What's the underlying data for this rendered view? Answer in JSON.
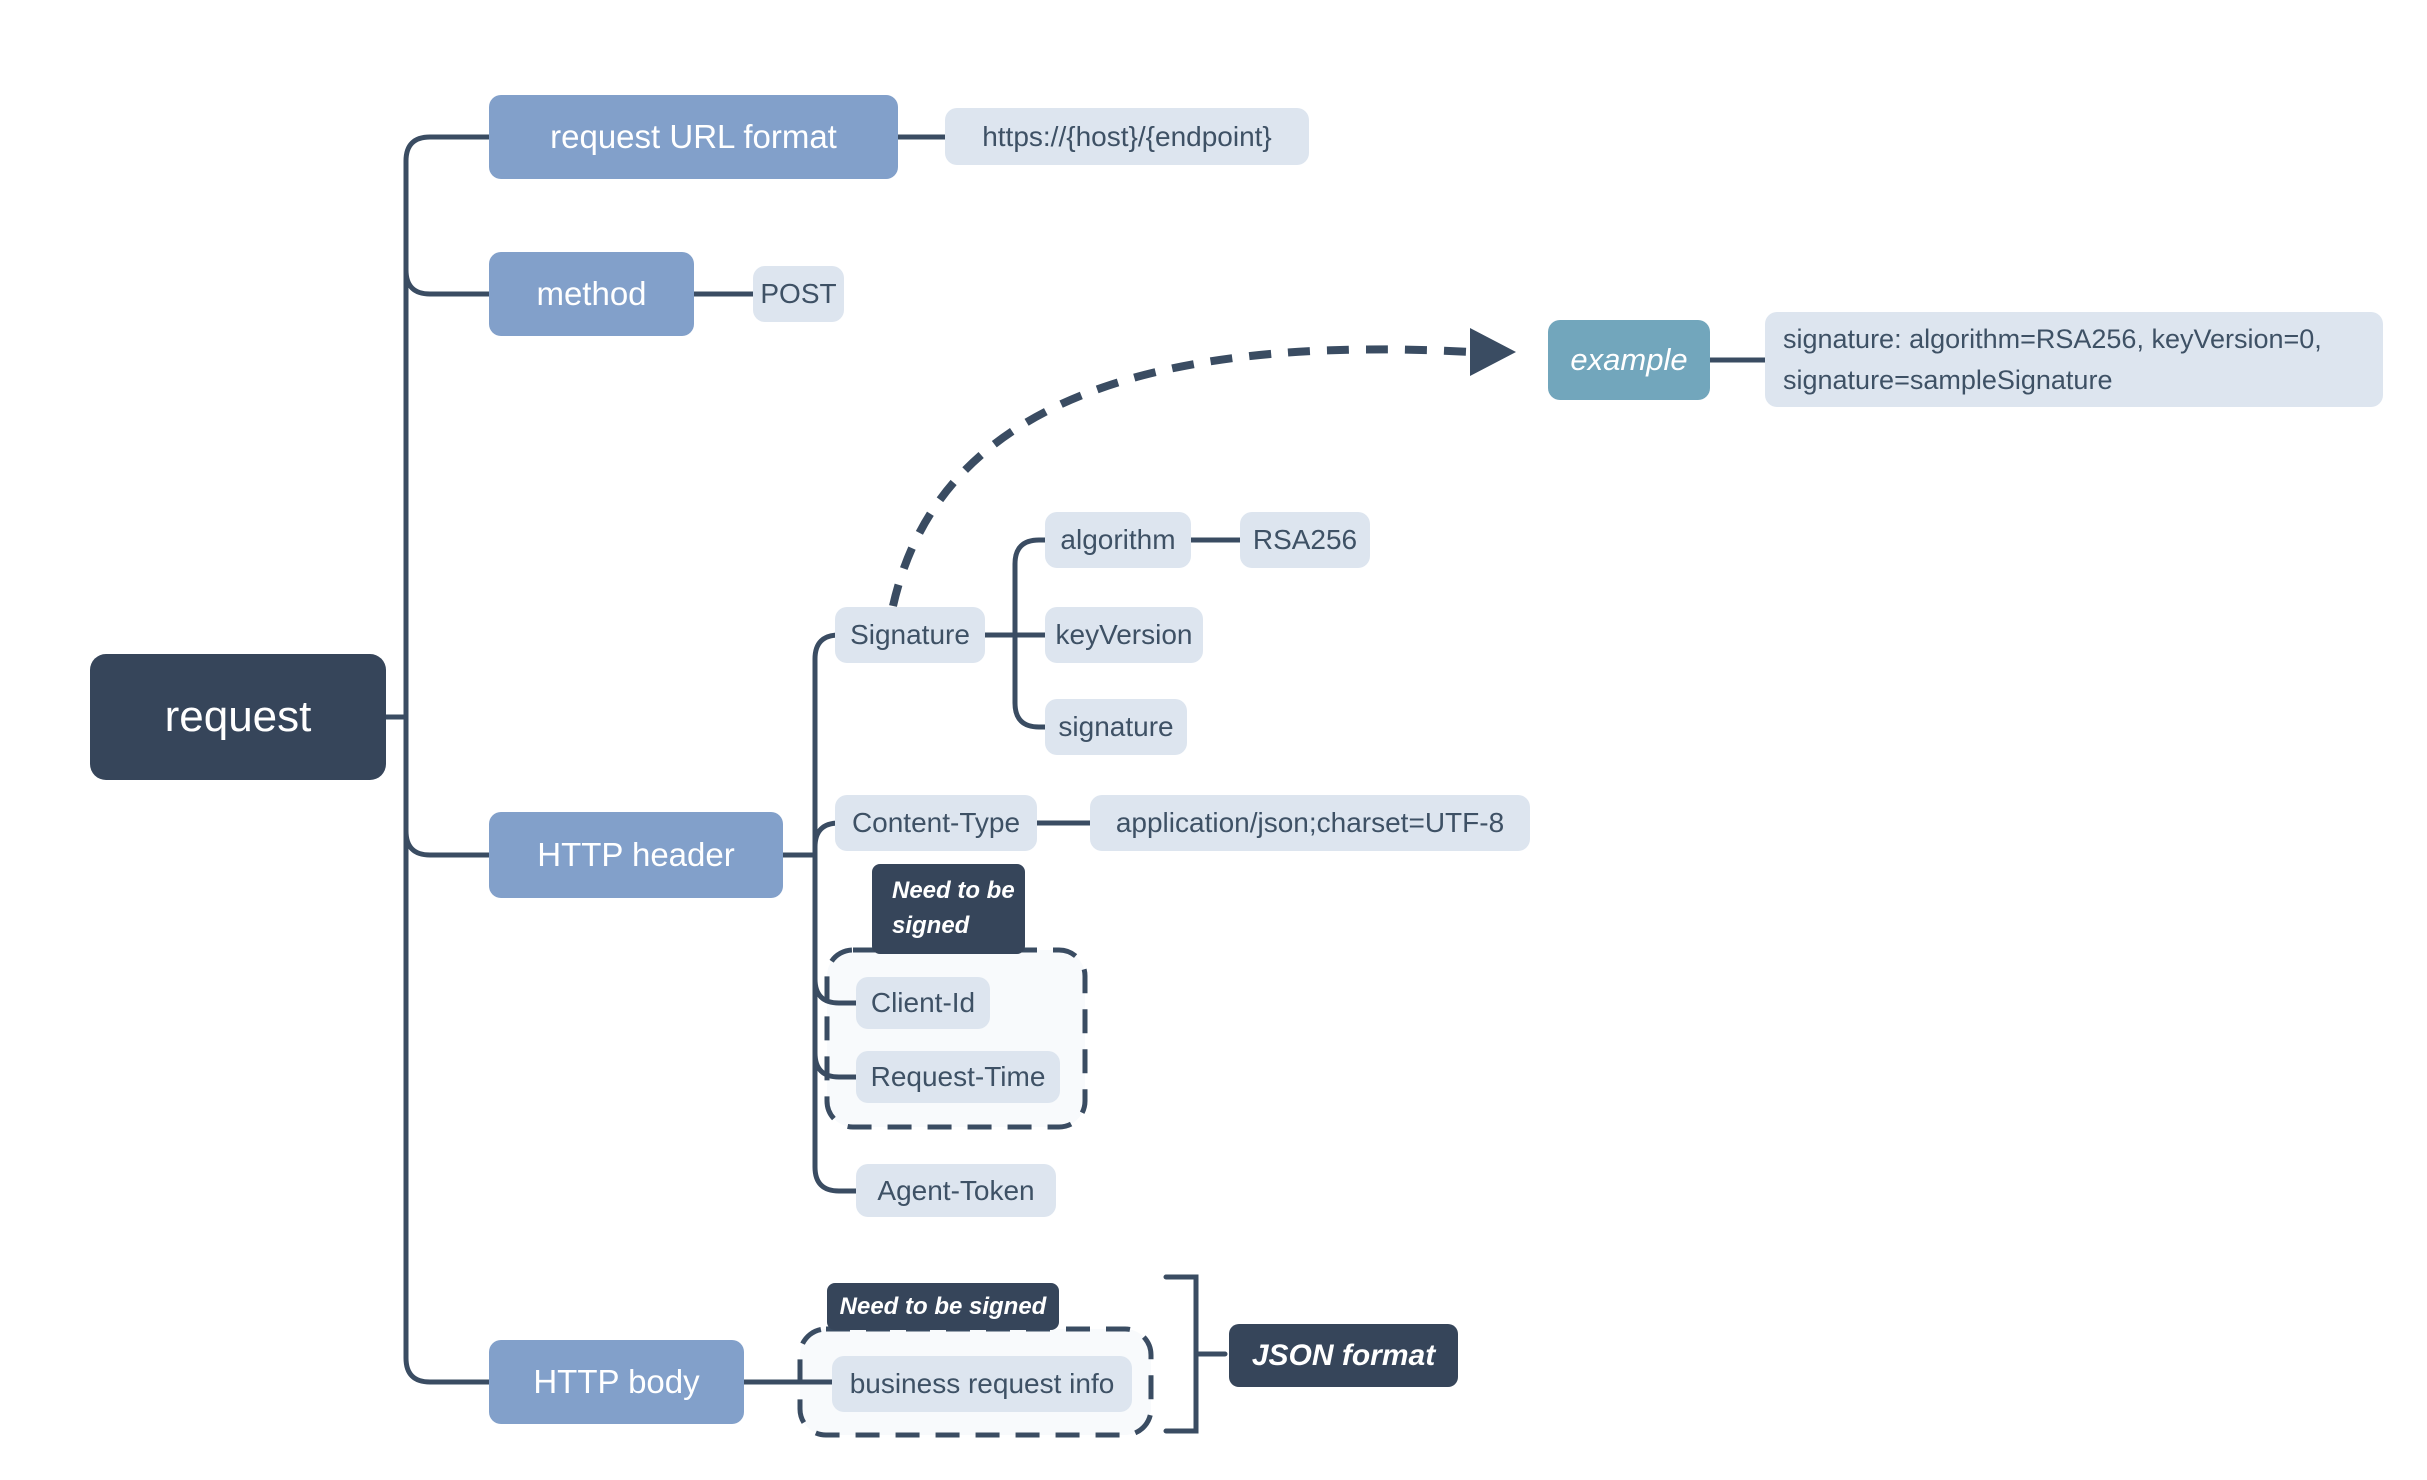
{
  "diagram": {
    "root_label": "request",
    "url_format": {
      "label": "request URL format",
      "value": "https://{host}/{endpoint}"
    },
    "method": {
      "label": "method",
      "value": "POST"
    },
    "http_header": {
      "label": "HTTP header",
      "signature": {
        "label": "Signature",
        "algorithm": {
          "label": "algorithm",
          "value": "RSA256"
        },
        "key_version_label": "keyVersion",
        "signature_label": "signature"
      },
      "content_type": {
        "label": "Content-Type",
        "value": "application/json;charset=UTF-8"
      },
      "signed_group": {
        "badge_line1": "Need to be",
        "badge_line2": "signed",
        "client_id_label": "Client-Id",
        "request_time_label": "Request-Time"
      },
      "agent_token_label": "Agent-Token"
    },
    "http_body": {
      "label": "HTTP body",
      "signed_group": {
        "badge": "Need to be signed",
        "business_info_label": "business request info"
      },
      "format_label": "JSON format"
    },
    "example": {
      "label": "example",
      "text": "signature: algorithm=RSA256, keyVersion=0, signature=sampleSignature"
    }
  },
  "colors": {
    "root_bg": "#36455a",
    "branch_bg": "#82a0ca",
    "leaf_bg": "#dde5ef",
    "leaf_text": "#3e5165",
    "badge_bg": "#36455a",
    "example_bg": "#72a6bc",
    "connector": "#3a4c62",
    "group_bg": "#f8fafc",
    "canvas_bg": "#ffffff"
  }
}
